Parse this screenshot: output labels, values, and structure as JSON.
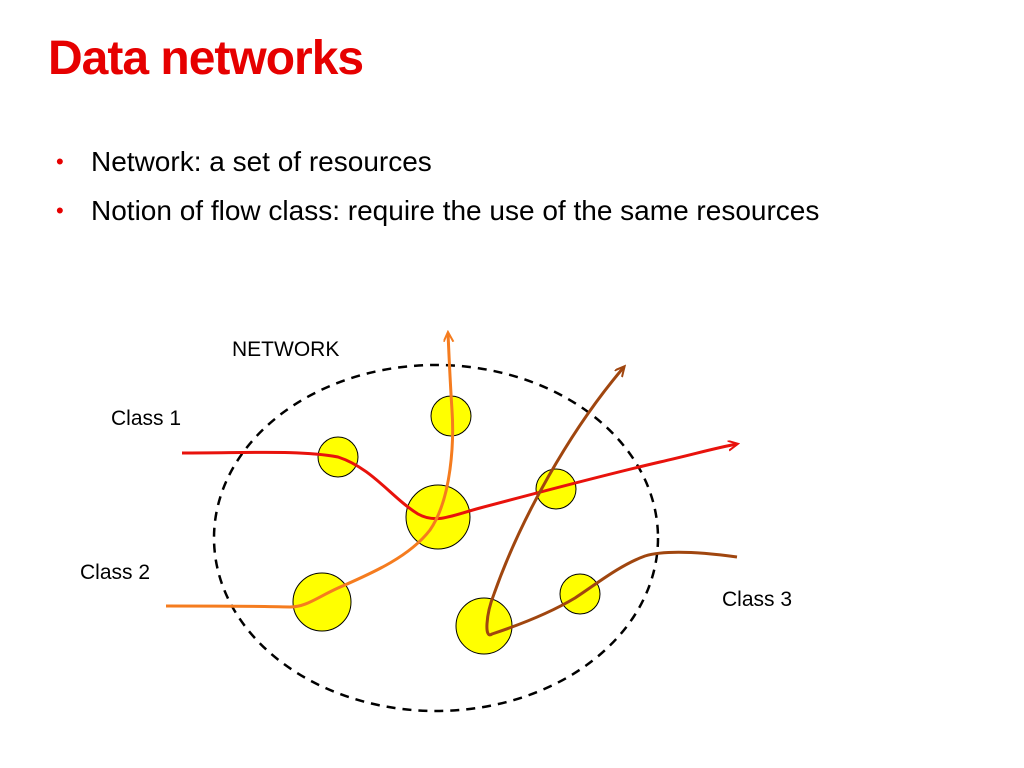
{
  "slide": {
    "title": "Data networks",
    "bullets": [
      {
        "marker": "•",
        "text": "Network: a set of resources"
      },
      {
        "marker": "•",
        "text": "Notion of flow class: require the use of the same resources"
      }
    ]
  },
  "diagram": {
    "network_label": "NETWORK",
    "classes": [
      {
        "label": "Class 1",
        "color": "#e8120c"
      },
      {
        "label": "Class 2",
        "color": "#f57c1f"
      },
      {
        "label": "Class 3",
        "color": "#a0460f"
      }
    ],
    "node_color": "#ffff00",
    "boundary_style": "dashed"
  },
  "colors": {
    "title": "#e60000",
    "bullet_marker": "#e60000",
    "body_text": "#000000"
  }
}
